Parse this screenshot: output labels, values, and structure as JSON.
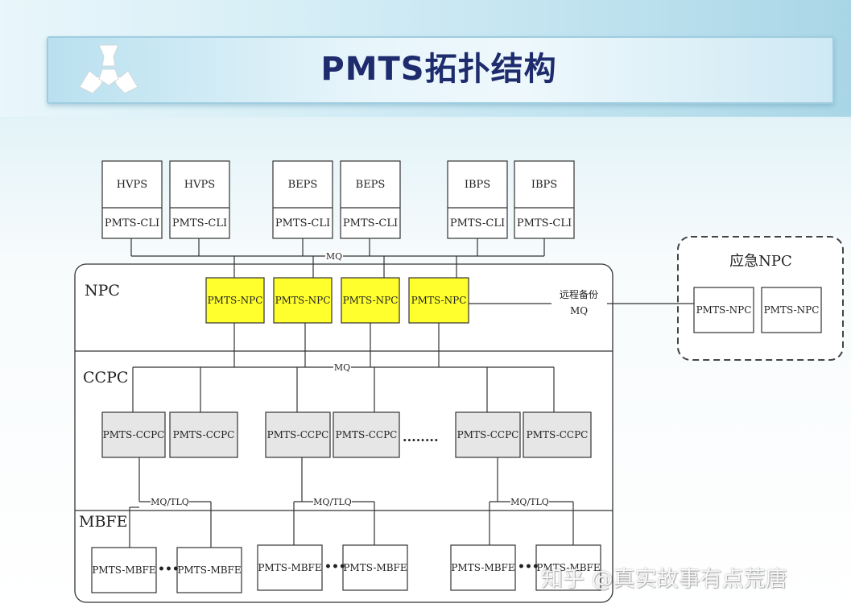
{
  "header": {
    "title": "PMTS拓扑结构"
  },
  "systems": [
    {
      "name": "HVPS",
      "cli": "PMTS-CLI"
    },
    {
      "name": "HVPS",
      "cli": "PMTS-CLI"
    },
    {
      "name": "BEPS",
      "cli": "PMTS-CLI"
    },
    {
      "name": "BEPS",
      "cli": "PMTS-CLI"
    },
    {
      "name": "IBPS",
      "cli": "PMTS-CLI"
    },
    {
      "name": "IBPS",
      "cli": "PMTS-CLI"
    }
  ],
  "layers": {
    "npc": "NPC",
    "ccpc": "CCPC",
    "mbfe": "MBFE"
  },
  "npc_nodes": [
    "PMTS-NPC",
    "PMTS-NPC",
    "PMTS-NPC",
    "PMTS-NPC"
  ],
  "ccpc_nodes": [
    "PMTS-CCPC",
    "PMTS-CCPC",
    "PMTS-CCPC",
    "PMTS-CCPC",
    "PMTS-CCPC",
    "PMTS-CCPC"
  ],
  "mbfe_nodes": [
    "PMTS-MBFE",
    "PMTS-MBFE",
    "PMTS-MBFE",
    "PMTS-MBFE",
    "PMTS-MBFE",
    "PMTS-MBFE"
  ],
  "links": {
    "mq": "MQ",
    "mq_tlq": "MQ/TLQ",
    "remote_backup_line1": "远程备份",
    "remote_backup_line2": "MQ",
    "ellipsis_long": "........",
    "ellipsis_short": "•••"
  },
  "emergency": {
    "title": "应急NPC",
    "nodes": [
      "PMTS-NPC",
      "PMTS-NPC"
    ]
  },
  "watermark": "知乎 @真实故事有点荒唐",
  "colors": {
    "npc_fill": "#ffff2e",
    "ccpc_fill": "#e6e6e6",
    "title_text": "#1e2c6e"
  }
}
